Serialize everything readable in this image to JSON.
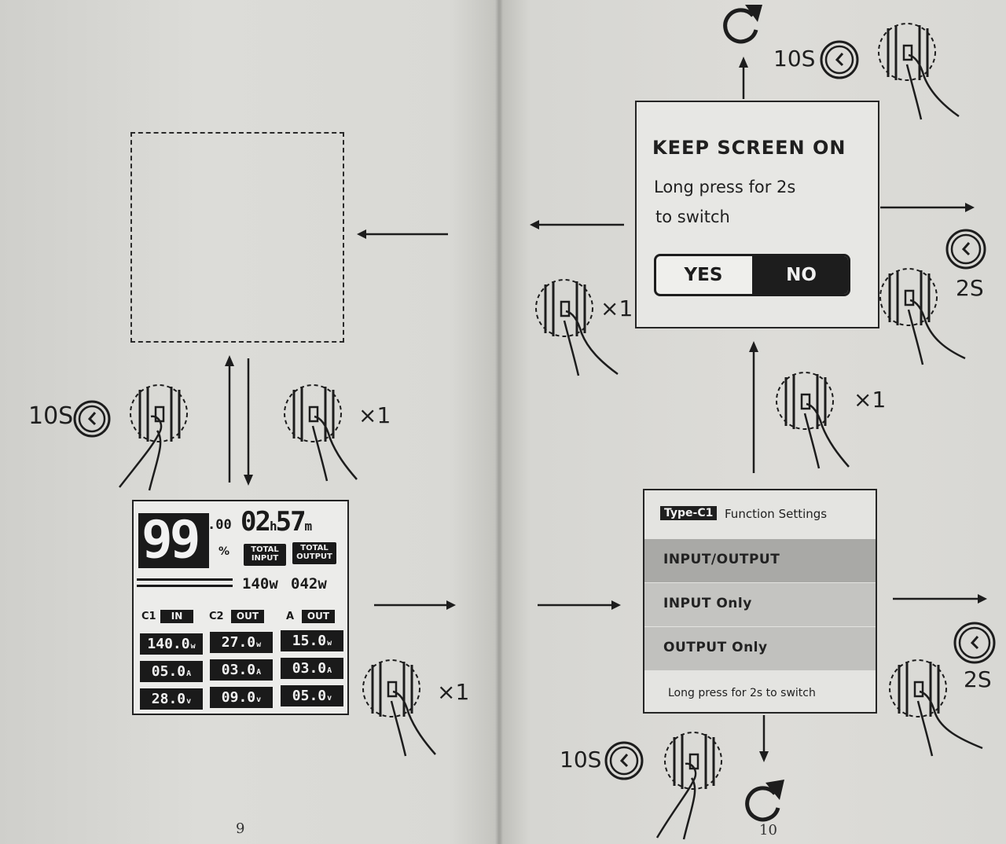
{
  "left_page": {
    "page_number": "9",
    "hold_label": "10S",
    "press_label": "×1",
    "press_label_2": "×1",
    "lcd": {
      "battery": "99",
      "battery_decimal": ".00",
      "percent_sign": "%",
      "time_hours": "02",
      "time_h_unit": "h",
      "time_minutes": "57",
      "time_m_unit": "m",
      "total_input_label": "TOTAL INPUT",
      "total_output_label": "TOTAL OUTPUT",
      "total_input_value": "140w",
      "total_output_value": "042w",
      "ports": [
        {
          "label": "C1",
          "mode": "IN"
        },
        {
          "label": "C2",
          "mode": "OUT"
        },
        {
          "label": "A",
          "mode": "OUT"
        }
      ],
      "cells": [
        {
          "value": "140.0",
          "unit": "w"
        },
        {
          "value": "27.0",
          "unit": "w"
        },
        {
          "value": "15.0",
          "unit": "w"
        },
        {
          "value": "05.0",
          "unit": "A"
        },
        {
          "value": "03.0",
          "unit": "A"
        },
        {
          "value": "03.0",
          "unit": "A"
        },
        {
          "value": "28.0",
          "unit": "v"
        },
        {
          "value": "09.0",
          "unit": "v"
        },
        {
          "value": "05.0",
          "unit": "v"
        }
      ]
    }
  },
  "right_page": {
    "page_number": "10",
    "top_hold_label": "10S",
    "right_hold_label": "2S",
    "left_press_label": "×1",
    "center_press_label": "×1",
    "bottom_hold_label": "10S",
    "lower_right_hold_label": "2S",
    "keep_screen": {
      "title": "KEEP SCREEN ON",
      "line1": "Long press for 2s",
      "line2": "to switch",
      "yes": "YES",
      "no": "NO"
    },
    "type_settings": {
      "badge": "Type-C1",
      "title": "Function Settings",
      "options": [
        "INPUT/OUTPUT",
        "INPUT Only",
        "OUTPUT Only"
      ],
      "selected_index": 0,
      "hint": "Long press for 2s to switch"
    }
  },
  "colors": {
    "ink": "#1d1d1d",
    "paper": "#dcdcd8",
    "selected_row": "#a9a9a6",
    "unselected_row": "#c4c4c1"
  },
  "icons": [
    "clock-icon",
    "hand-press-icon",
    "arrow-icon",
    "refresh-icon"
  ]
}
